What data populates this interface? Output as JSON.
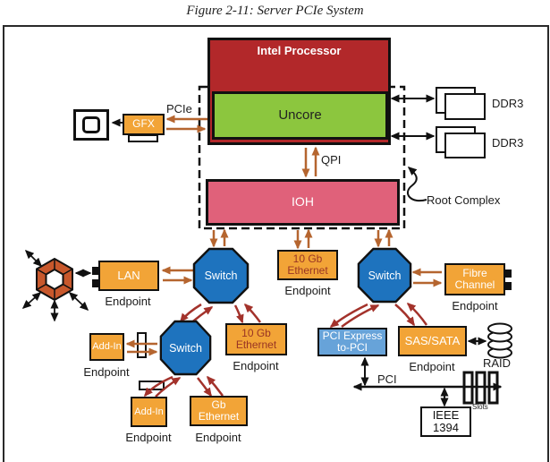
{
  "figure": {
    "title": "Figure 2-11: Server PCIe System"
  },
  "nodes": {
    "processor": "Intel Processor",
    "uncore": "Uncore",
    "ioh": "IOH",
    "gfx": "GFX",
    "lan": "LAN",
    "switch_left": "Switch",
    "switch_lower": "Switch",
    "switch_right": "Switch",
    "eth_10g": {
      "line1": "10 Gb",
      "line2": "Ethernet"
    },
    "eth_gb": {
      "line1": "Gb",
      "line2": "Ethernet"
    },
    "add_in": "Add-In",
    "fibre_channel": {
      "line1": "Fibre",
      "line2": "Channel"
    },
    "pci_bridge": {
      "line1": "PCI Express",
      "line2": "to-PCI"
    },
    "sas_sata": "SAS/SATA",
    "ieee_1394": {
      "line1": "IEEE",
      "line2": "1394"
    }
  },
  "labels": {
    "pcie": "PCIe",
    "qpi": "QPI",
    "pci": "PCI",
    "root_complex": "Root Complex",
    "ddr3_top": "DDR3",
    "ddr3_bottom": "DDR3",
    "raid": "RAID",
    "slots": "Slots",
    "endpoint": "Endpoint"
  },
  "icons": {
    "display": "display-monitor-icon",
    "network_hub": "network-hub-icon",
    "raid_disks": "disk-stack-icon",
    "pci_slots": "pci-slots-icon",
    "card_connector": "card-edge-connector-icon"
  },
  "colors": {
    "processor_red": "#B2282A",
    "uncore_green": "#8CC63E",
    "ioh_pink": "#E0617A",
    "box_orange": "#F2A437",
    "switch_blue": "#1E73BE",
    "bridge_blue": "#67A3D9",
    "arrow_orange": "#B5652F",
    "arrow_red": "#A3322B",
    "hub_rust": "#C8582C",
    "eth_text_red": "#993524"
  }
}
